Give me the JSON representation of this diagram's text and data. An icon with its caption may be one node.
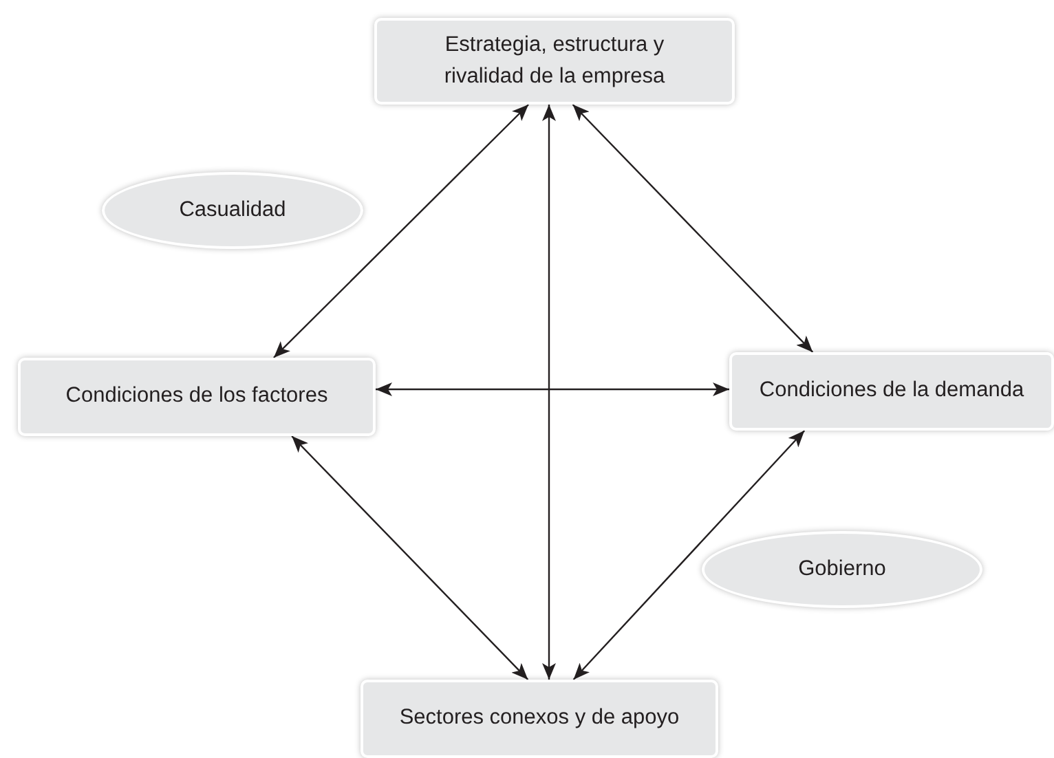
{
  "diagram": {
    "nodes": [
      {
        "text": [
          "Estrategia, estructura y rivalidad de la empresa"
        ]
      },
      {
        "text": [
          "Casualidad"
        ]
      },
      {
        "text": [
          "Condiciones de los factores"
        ]
      },
      {
        "text": [
          "Condiciones de la demanda"
        ]
      },
      {
        "text": [
          "Gobierno"
        ]
      },
      {
        "text": [
          "Sectores conexos y de apoyo"
        ]
      }
    ],
    "edges": [
      {
        "from": 0,
        "to": 2,
        "arrow": "both"
      },
      {
        "from": 0,
        "to": 5,
        "arrow": "both"
      },
      {
        "from": 0,
        "to": 3,
        "arrow": "both"
      },
      {
        "from": 2,
        "to": 3,
        "arrow": "both"
      },
      {
        "from": 2,
        "to": 5,
        "arrow": "both"
      },
      {
        "from": 3,
        "to": 5,
        "arrow": "both"
      }
    ]
  }
}
